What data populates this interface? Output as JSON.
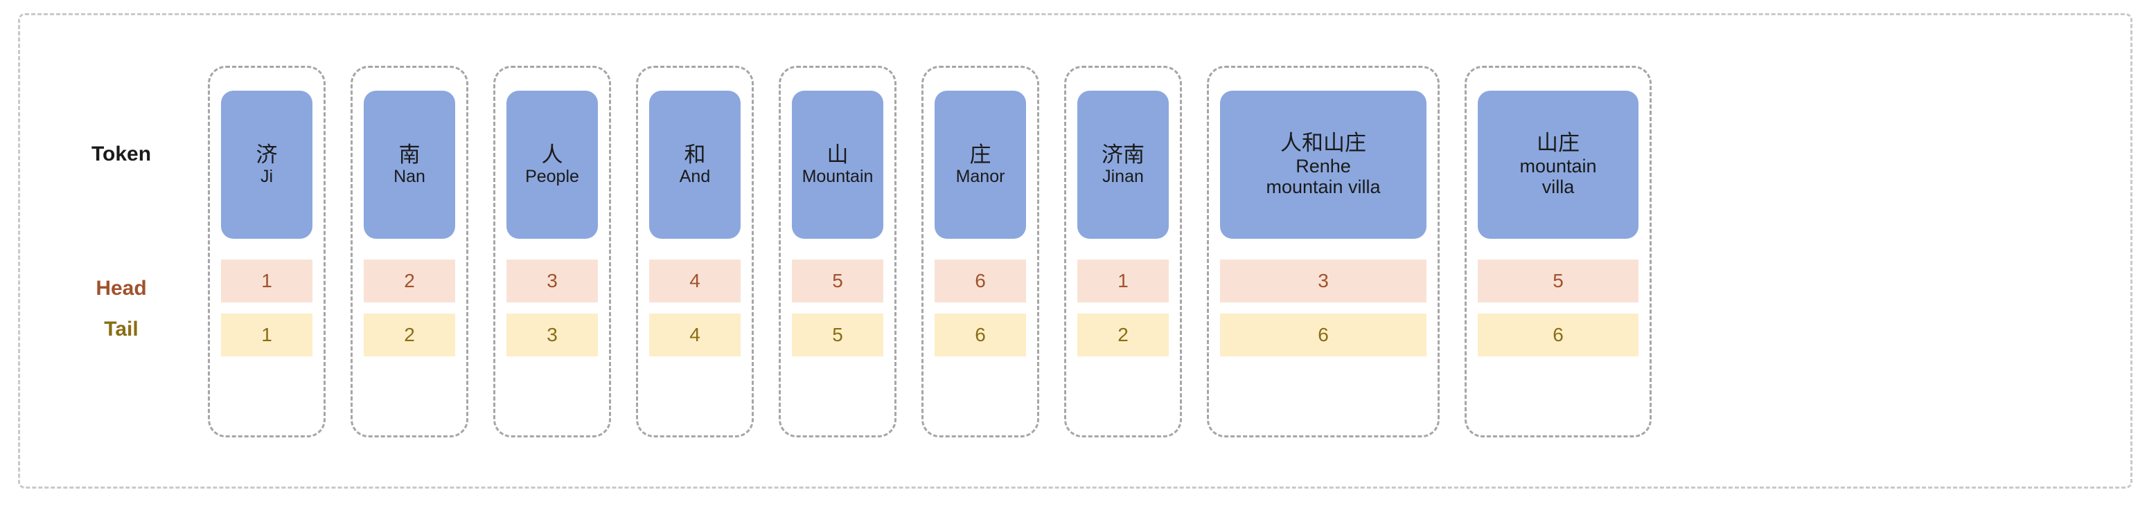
{
  "diagram": {
    "row_labels": {
      "token": "Token",
      "head": "Head",
      "tail": "Tail"
    },
    "colors": {
      "token_fill": "#8ba7de",
      "head_fill": "#f9e2d5",
      "head_text": "#a0522d",
      "tail_fill": "#fdeec8",
      "tail_text": "#8a6d14",
      "outer_border": "#c9c9c9",
      "column_border": "#a6a6a6",
      "token_text": "#1a1a1a"
    },
    "columns": [
      {
        "cn": "济",
        "en": "Ji",
        "en2": "",
        "head": "1",
        "tail": "1",
        "width": "w-narrow"
      },
      {
        "cn": "南",
        "en": "Nan",
        "en2": "",
        "head": "2",
        "tail": "2",
        "width": "w-narrow"
      },
      {
        "cn": "人",
        "en": "People",
        "en2": "",
        "head": "3",
        "tail": "3",
        "width": "w-narrow"
      },
      {
        "cn": "和",
        "en": "And",
        "en2": "",
        "head": "4",
        "tail": "4",
        "width": "w-narrow"
      },
      {
        "cn": "山",
        "en": "Mountain",
        "en2": "",
        "head": "5",
        "tail": "5",
        "width": "w-narrow"
      },
      {
        "cn": "庄",
        "en": "Manor",
        "en2": "",
        "head": "6",
        "tail": "6",
        "width": "w-narrow"
      },
      {
        "cn": "济南",
        "en": "Jinan",
        "en2": "",
        "head": "1",
        "tail": "2",
        "width": "w-narrow"
      },
      {
        "cn": "人和山庄",
        "en": "Renhe",
        "en2": "mountain villa",
        "head": "3",
        "tail": "6",
        "width": "w-wide"
      },
      {
        "cn": "山庄",
        "en": "mountain",
        "en2": "villa",
        "head": "5",
        "tail": "6",
        "width": "w-medium"
      }
    ]
  }
}
